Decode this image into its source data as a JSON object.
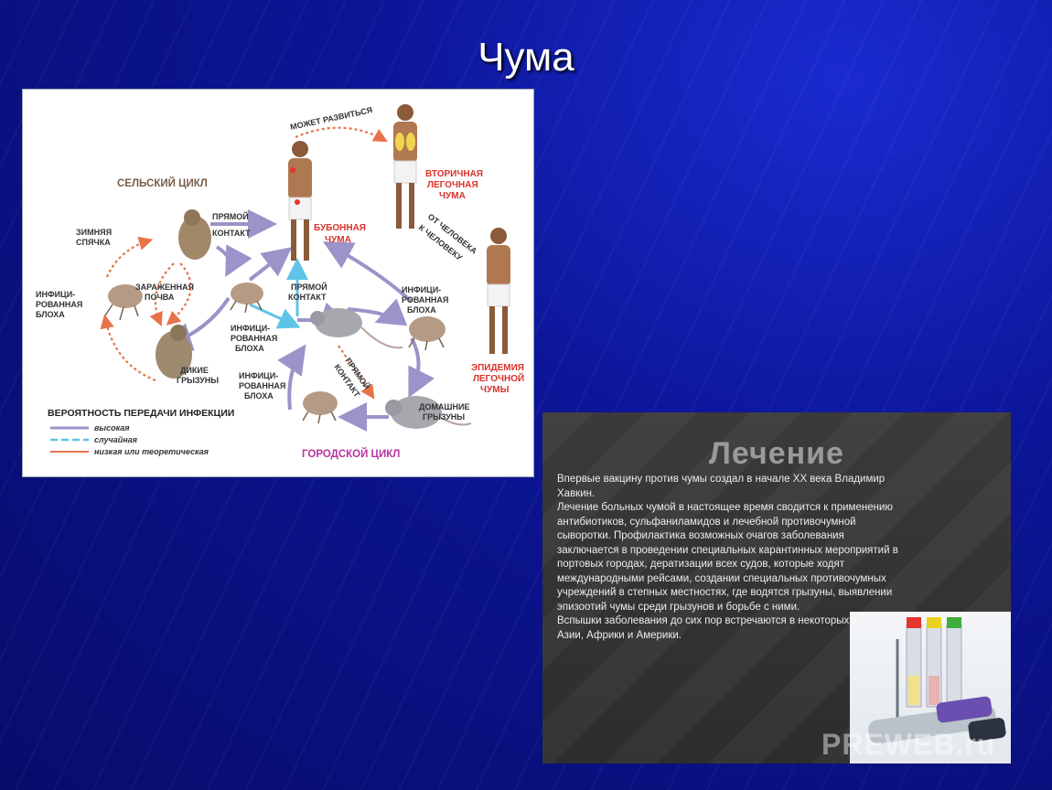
{
  "slide": {
    "title": "Чума"
  },
  "diagram": {
    "rural_cycle": "СЕЛЬСКИЙ ЦИКЛ",
    "urban_cycle": "ГОРОДСКОЙ ЦИКЛ",
    "hibernation": [
      "ЗИМНЯЯ",
      "СПЯЧКА"
    ],
    "direct_contact_top": [
      "ПРЯМОЙ",
      "КОНТАКТ"
    ],
    "infected_soil": [
      "ЗАРАЖЕННАЯ",
      "ПОЧВА"
    ],
    "infected_flea_left": [
      "ИНФИЦИ-",
      "РОВАННАЯ",
      "БЛОХА"
    ],
    "infected_flea_center": [
      "ИНФИЦИ-",
      "РОВАННАЯ",
      "БЛОХА"
    ],
    "infected_flea_right": [
      "ИНФИЦИ-",
      "РОВАННАЯ",
      "БЛОХА"
    ],
    "infected_flea_bottom": [
      "ИНФИЦИ-",
      "РОВАННАЯ",
      "БЛОХА"
    ],
    "wild_rodents": [
      "ДИКИЕ",
      "ГРЫЗУНЫ"
    ],
    "direct_contact_mid": [
      "ПРЯМОЙ",
      "КОНТАКТ"
    ],
    "direct_contact_diag": [
      "ПРЯМОЙ",
      "КОНТАКТ"
    ],
    "domestic_rodents": [
      "ДОМАШНИЕ",
      "ГРЫЗУНЫ"
    ],
    "may_develop": "МОЖЕТ РАЗВИТЬСЯ",
    "bubonic_plague": [
      "БУБОННАЯ",
      "ЧУМА"
    ],
    "secondary_pneumonic": [
      "ВТОРИЧНАЯ",
      "ЛЕГОЧНАЯ",
      "ЧУМА"
    ],
    "person_to_person": [
      "ОТ ЧЕЛОВЕКА",
      "К ЧЕЛОВЕКУ"
    ],
    "pneumonic_epidemic": [
      "ЭПИДЕМИЯ",
      "ЛЕГОЧНОЙ",
      "ЧУМЫ"
    ],
    "legend": {
      "title": "ВЕРОЯТНОСТЬ ПЕРЕДАЧИ ИНФЕКЦИИ",
      "high": "высокая",
      "random": "случайная",
      "low": "низкая или теоретическая",
      "high_color": "#9b93c9",
      "random_color": "#5fc4e8",
      "low_color": "#e8734a"
    }
  },
  "treatment": {
    "title": "Лечение",
    "paragraphs": [
      "Впервые вакцину против чумы создал в начале XX века Владимир Хавкин.",
      "Лечение больных чумой в настоящее время сводится к применению антибиотиков, сульфаниламидов и лечебной противочумной сыворотки. Профилактика возможных очагов заболевания заключается в проведении специальных карантинных мероприятий в портовых городах, дератизации всех судов, которые ходят международными рейсами, создании специальных противочумных учреждений в степных местностях, где водятся грызуны, выявлении эпизоотий чумы среди грызунов и борьбе с ними.",
      "Вспышки заболевания до сих пор встречаются в некоторых странах Азии, Африки и Америки."
    ],
    "watermark": "PREWEB.ru"
  }
}
